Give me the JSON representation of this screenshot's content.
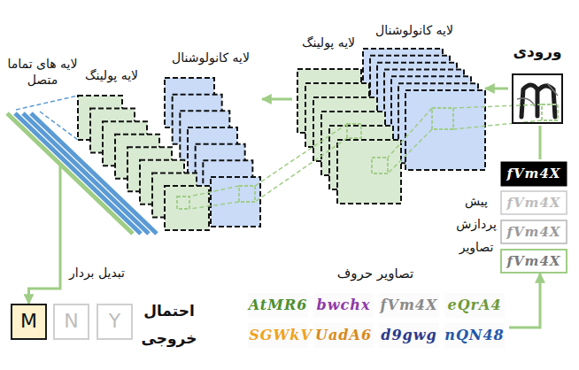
{
  "diagram": {
    "nodes": [
      {
        "text": [
          "ورودی"
        ]
      },
      {
        "text": [
          "لایه کانولوشنال"
        ]
      },
      {
        "text": [
          "لایه پولینگ"
        ]
      },
      {
        "text": [
          "لایه کانولوشنال"
        ]
      },
      {
        "text": [
          "لایه پولینگ"
        ]
      },
      {
        "text": [
          "لایه های تماما متصل"
        ]
      },
      {
        "text": [
          "M"
        ]
      },
      {
        "text": [
          "N"
        ]
      },
      {
        "text": [
          "Y"
        ]
      },
      {
        "text": [
          "پیش پردازش تصاویر"
        ]
      },
      {
        "text": [
          "تصاویر حروف"
        ]
      }
    ],
    "edges": [
      {
        "from": 0,
        "to": 1,
        "arrow": "to"
      },
      {
        "from": 2,
        "to": 3,
        "arrow": "to"
      },
      {
        "from": 10,
        "to": 9,
        "arrow": "to"
      },
      {
        "from": 9,
        "to": 0,
        "arrow": "none"
      },
      {
        "from": 5,
        "to": 6,
        "arrow": "to",
        "label": "تبدیل بردار"
      }
    ],
    "labels": [
      "احتمال خروجی",
      "fVm4X",
      "fVm4X",
      "fVm4X",
      "fVm4X",
      "AtMR6",
      "bwchx",
      "fVm4X",
      "eQrA4",
      "SGWkV",
      "UadA6",
      "d9gwg",
      "nQN48"
    ]
  }
}
